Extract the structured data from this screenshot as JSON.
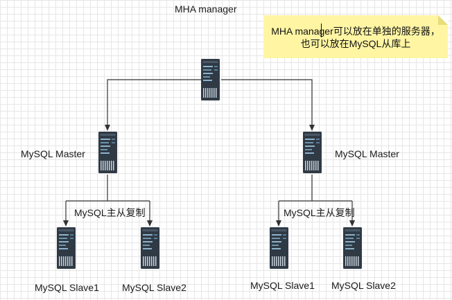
{
  "diagram": {
    "title": "MHA manager",
    "note": {
      "line1": "MHA manager可以放在单独的服务器，",
      "line2": "也可以放在MySQL从库上"
    },
    "left": {
      "master_label": "MySQL Master",
      "replication_label": "MySQL主从复制",
      "slave1_label": "MySQL Slave1",
      "slave2_label": "MySQL Slave2"
    },
    "right": {
      "master_label": "MySQL Master",
      "replication_label": "MySQL主从复制",
      "slave1_label": "MySQL Slave1",
      "slave2_label": "MySQL Slave2"
    },
    "colors": {
      "server_body": "#2f3a45",
      "server_panel": "#5a7d96",
      "arrow": "#333333",
      "note_bg": "#fff5a3"
    },
    "icons": [
      "server-icon"
    ]
  }
}
